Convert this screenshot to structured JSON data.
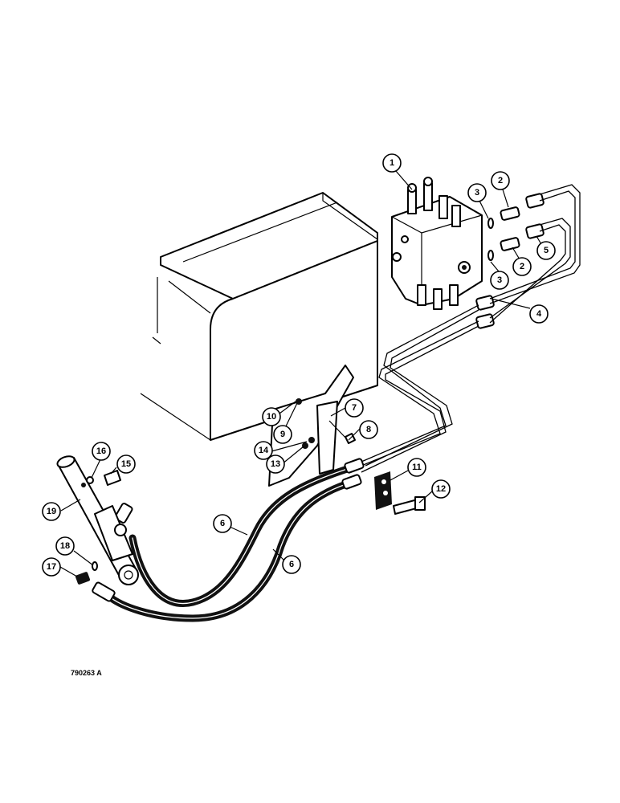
{
  "figure_ref": "790263 A",
  "callouts": [
    "1",
    "2",
    "2",
    "3",
    "3",
    "4",
    "5",
    "6",
    "6",
    "7",
    "8",
    "9",
    "10",
    "11",
    "12",
    "13",
    "14",
    "15",
    "16",
    "17",
    "18",
    "19"
  ]
}
